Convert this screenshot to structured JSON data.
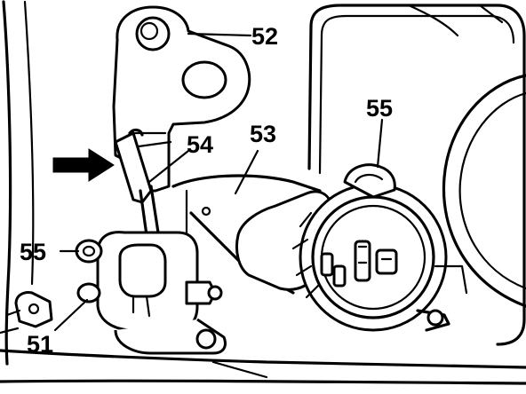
{
  "callouts": {
    "c51": "51",
    "c52": "52",
    "c53": "53",
    "c54": "54",
    "c55_left": "55",
    "c55_right": "55"
  }
}
